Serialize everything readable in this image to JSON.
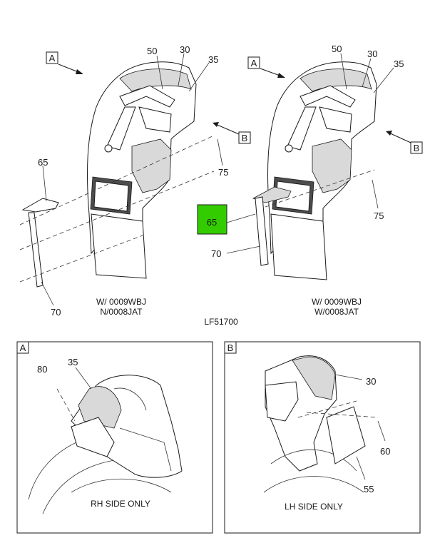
{
  "callouts": {
    "left_50": "50",
    "left_30": "30",
    "left_35": "35",
    "left_75": "75",
    "left_65": "65",
    "left_70": "70",
    "right_50": "50",
    "right_30": "30",
    "right_35": "35",
    "right_75": "75",
    "right_65": "65",
    "right_70": "70",
    "detail_a_80": "80",
    "detail_a_35": "35",
    "detail_b_30": "30",
    "detail_b_60": "60",
    "detail_b_55": "55"
  },
  "view_tags": {
    "left_a": "A",
    "left_b": "B",
    "right_a": "A",
    "right_b": "B",
    "detail_a": "A",
    "detail_b": "B"
  },
  "captions": {
    "left_line1": "W/ 0009WBJ",
    "left_line2": "N/0008JAT",
    "right_line1": "W/ 0009WBJ",
    "right_line2": "W/0008JAT",
    "figure_id": "LF51700",
    "detail_a": "RH SIDE ONLY",
    "detail_b": "LH SIDE ONLY"
  },
  "colors": {
    "highlight": "#33cc00"
  }
}
